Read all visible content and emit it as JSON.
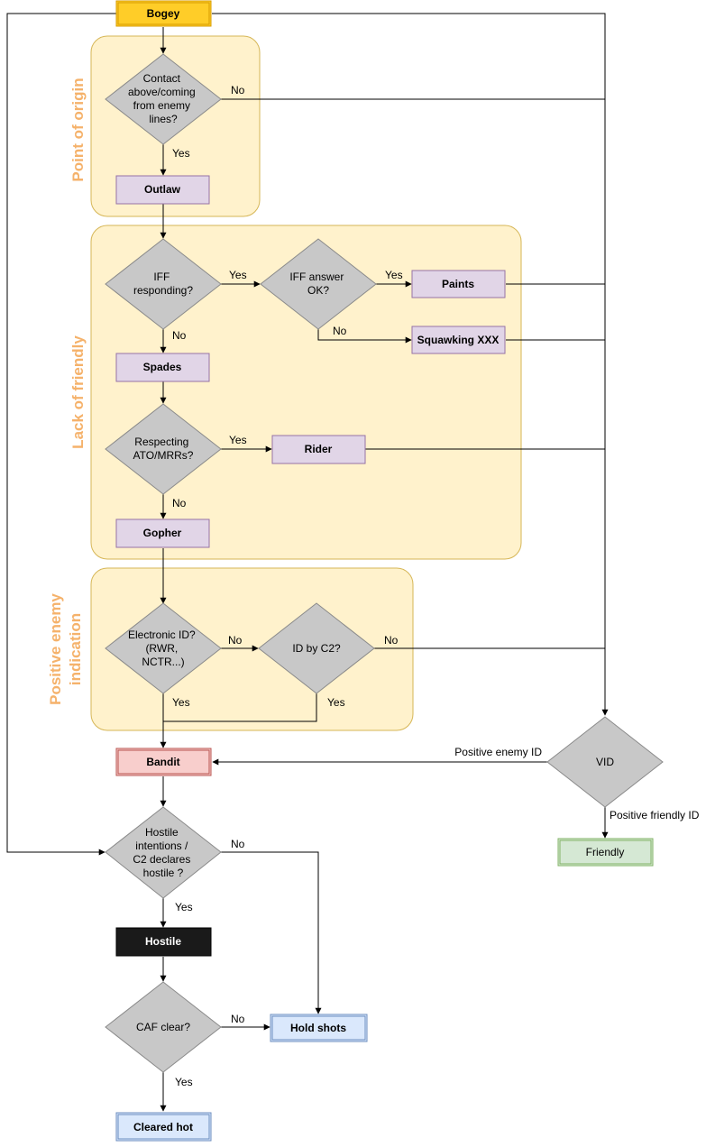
{
  "groups": {
    "origin": "Point of origin",
    "lack_friendly": "Lack of friendly",
    "positive_enemy_1": "Positive enemy",
    "positive_enemy_2": "indication"
  },
  "nodes": {
    "bogey": "Bogey",
    "outlaw": "Outlaw",
    "paints": "Paints",
    "squawking": "Squawking XXX",
    "spades": "Spades",
    "rider": "Rider",
    "gopher": "Gopher",
    "bandit": "Bandit",
    "friendly": "Friendly",
    "hostile": "Hostile",
    "hold_shots": "Hold shots",
    "cleared_hot": "Cleared hot"
  },
  "decisions": {
    "contact": [
      "Contact",
      "above/coming",
      "from enemy",
      "lines?"
    ],
    "iff": [
      "IFF",
      "responding?"
    ],
    "iff_answer": [
      "IFF answer",
      "OK?"
    ],
    "ato": [
      "Respecting",
      "ATO/MRRs?"
    ],
    "electronic": [
      "Electronic ID?",
      "(RWR,",
      "NCTR...)"
    ],
    "c2": [
      "ID by C2?"
    ],
    "vid": [
      "VID"
    ],
    "hostile_int": [
      "Hostile",
      "intentions /",
      "C2 declares",
      "hostile ?"
    ],
    "caf": [
      "CAF clear?"
    ]
  },
  "edges": {
    "contact_no": "No",
    "contact_yes": "Yes",
    "iff_yes": "Yes",
    "iff_no": "No",
    "iffans_yes": "Yes",
    "iffans_no": "No",
    "ato_yes": "Yes",
    "ato_no": "No",
    "elec_no": "No",
    "elec_yes": "Yes",
    "c2_no": "No",
    "c2_yes": "Yes",
    "vid_enemy": "Positive enemy ID",
    "vid_friendly": "Positive friendly ID",
    "hostile_no": "No",
    "hostile_yes": "Yes",
    "caf_no": "No",
    "caf_yes": "Yes"
  },
  "colors": {
    "group_fill": "#fff2cc",
    "group_stroke": "#d6b656",
    "group_title": "#f5b26b",
    "bogey_fill": "#ffcd28",
    "bogey_stroke": "#d79b00",
    "purple_fill": "#e1d5e7",
    "purple_stroke": "#9673a6",
    "red_fill": "#f8cecc",
    "red_stroke": "#b85450",
    "green_fill": "#d5e8d4",
    "green_stroke": "#82b366",
    "blue_fill": "#dae8fc",
    "blue_stroke": "#6c8ebf",
    "black_fill": "#1a1a1a",
    "decision_fill": "#c8c8c8",
    "decision_stroke": "#8a8a8a"
  }
}
